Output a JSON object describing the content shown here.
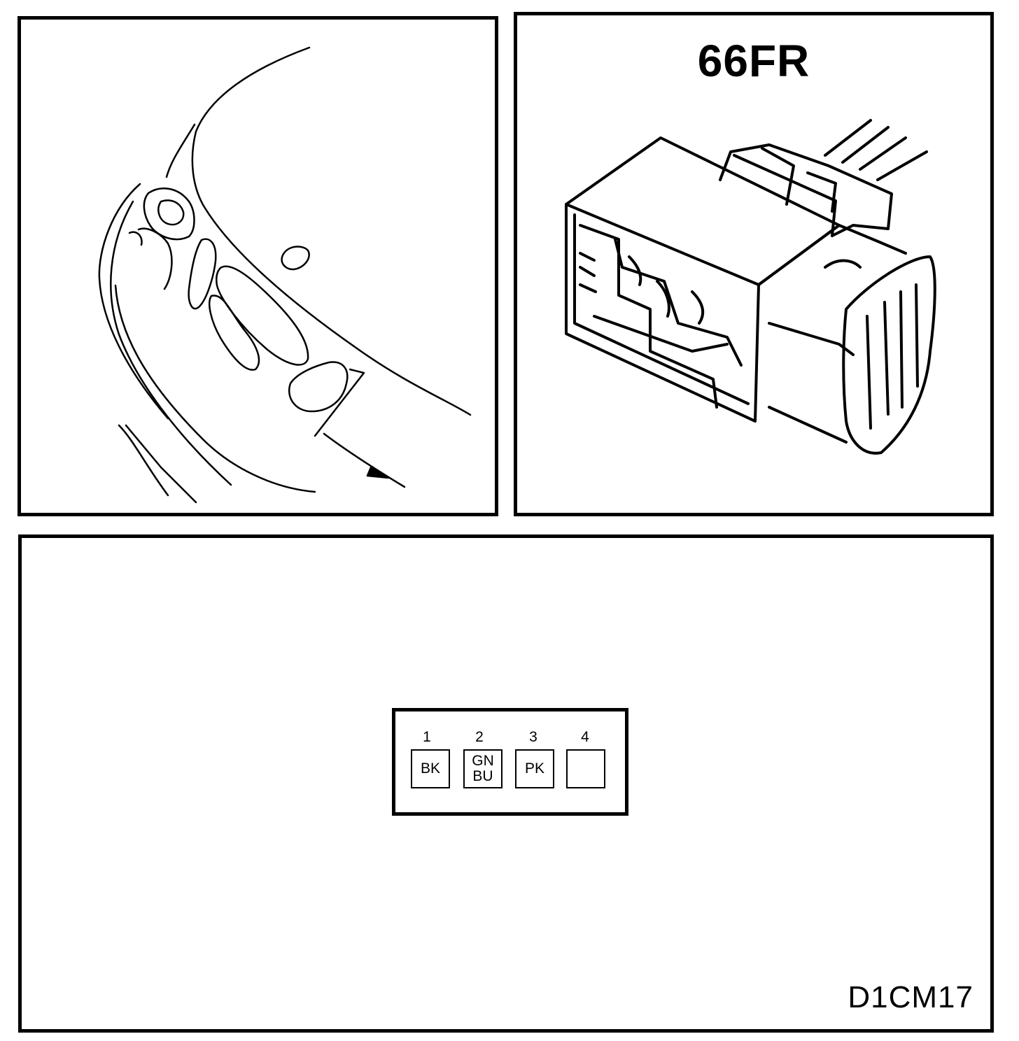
{
  "connector": {
    "id": "66FR",
    "pins": [
      {
        "number": "1",
        "wire_colors": [
          "BK"
        ]
      },
      {
        "number": "2",
        "wire_colors": [
          "GN",
          "BU"
        ]
      },
      {
        "number": "3",
        "wire_colors": [
          "PK"
        ]
      },
      {
        "number": "4",
        "wire_colors": []
      }
    ]
  },
  "figure_code": "D1CM17"
}
